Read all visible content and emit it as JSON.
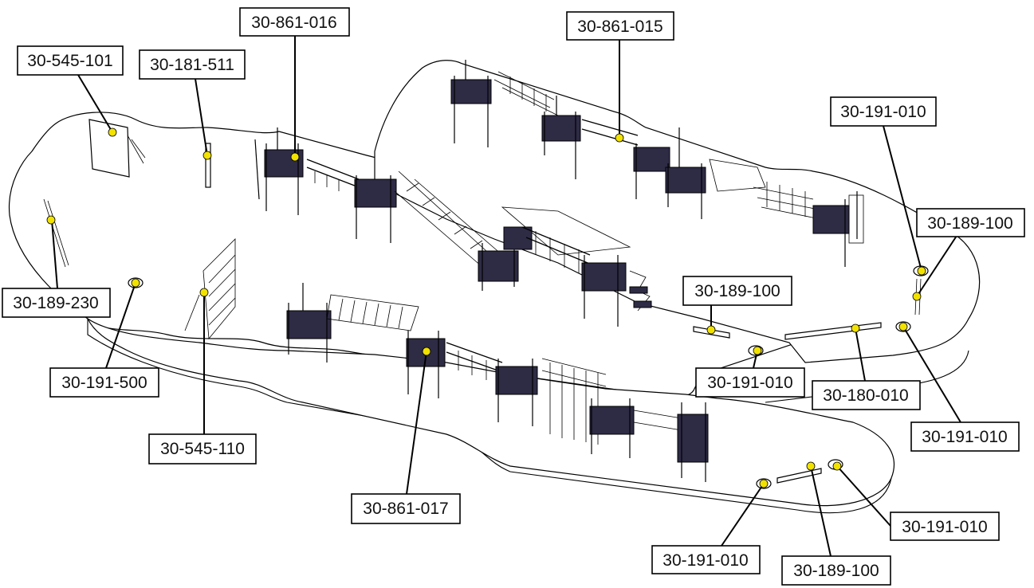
{
  "callouts": [
    {
      "code": "30-545-101"
    },
    {
      "code": "30-181-511"
    },
    {
      "code": "30-861-016"
    },
    {
      "code": "30-861-015"
    },
    {
      "code": "30-191-010"
    },
    {
      "code": "30-189-100"
    },
    {
      "code": "30-189-230"
    },
    {
      "code": "30-191-500"
    },
    {
      "code": "30-545-110"
    },
    {
      "code": "30-189-100"
    },
    {
      "code": "30-191-010"
    },
    {
      "code": "30-180-010"
    },
    {
      "code": "30-191-010"
    },
    {
      "code": "30-861-017"
    },
    {
      "code": "30-191-010"
    },
    {
      "code": "30-191-010"
    },
    {
      "code": "30-189-100"
    }
  ],
  "colors": {
    "marker": "#f2e200",
    "deck": "#2e2b45",
    "outline": "#000000",
    "background": "#ffffff"
  }
}
